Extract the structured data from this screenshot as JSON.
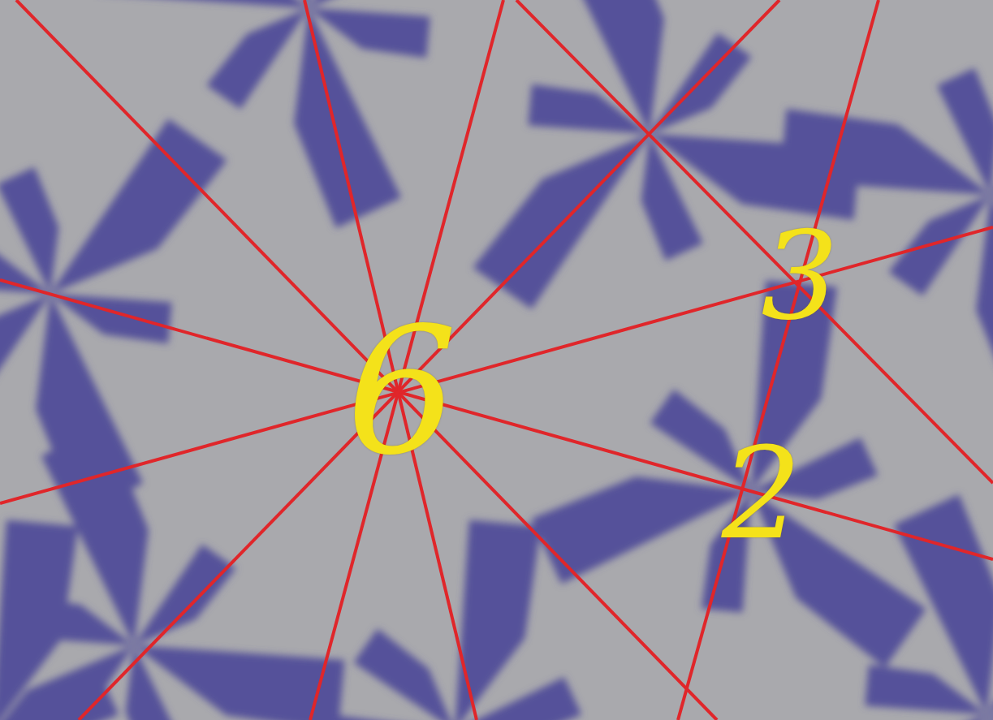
{
  "diagram": {
    "labels": [
      "6",
      "3",
      "2"
    ]
  }
}
